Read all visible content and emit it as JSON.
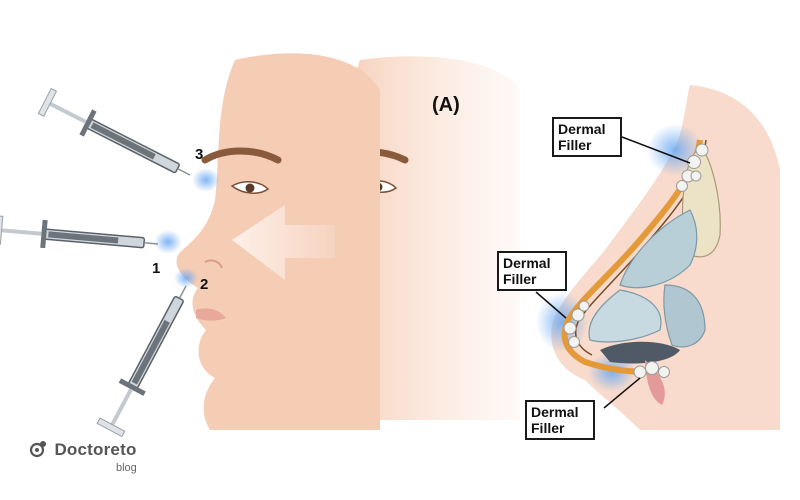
{
  "panel_label": "(A)",
  "injection_points": [
    "1",
    "2",
    "3"
  ],
  "callouts": [
    {
      "line1": "Dermal",
      "line2": "Filler"
    },
    {
      "line1": "Dermal",
      "line2": "Filler"
    },
    {
      "line1": "Dermal",
      "line2": "Filler"
    }
  ],
  "brand": {
    "name": "Doctoreto",
    "sub": "blog"
  },
  "colors": {
    "skin": "#f4c7ad",
    "skin_shadow": "#e6a98b",
    "hair": "#8a5a3c",
    "filler_glow": "#7fb4f5",
    "cartilage": "#b9cfd8",
    "bone": "#ece2c6",
    "fat_layer": "#e59a3a"
  }
}
